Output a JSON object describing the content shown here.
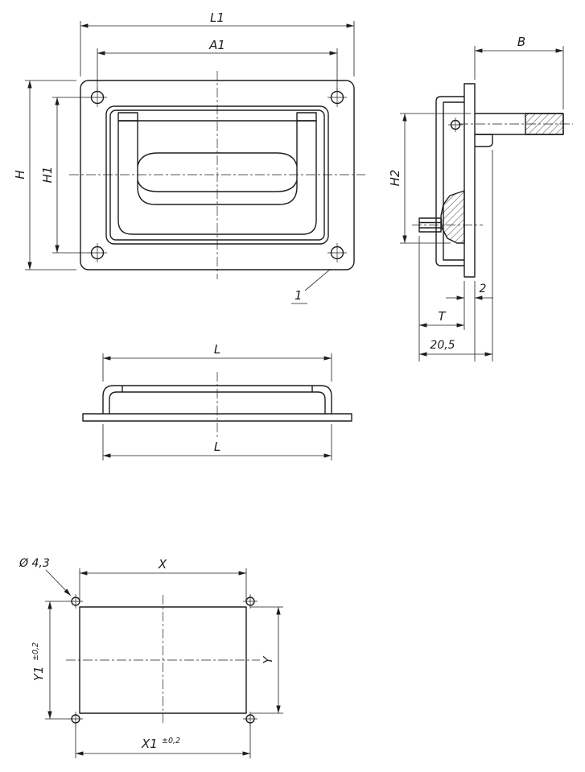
{
  "colors": {
    "line": "#1d1d1b",
    "background": "#ffffff"
  },
  "front_view": {
    "dims": {
      "L1": "L1",
      "A1": "A1",
      "H": "H",
      "H1": "H1"
    },
    "item_ref": "1"
  },
  "side_view": {
    "dims": {
      "B": "B",
      "H2": "H2",
      "flange_thickness": "2",
      "T": "T",
      "depth": "20,5"
    }
  },
  "top_view": {
    "dims": {
      "L_upper": "L",
      "L_lower": "L"
    }
  },
  "cutout_view": {
    "dims": {
      "hole_dia": "Ø 4,3",
      "X": "X",
      "Y": "Y",
      "X1": "X1",
      "X1_tol": "±0,2",
      "Y1": "Y1",
      "Y1_tol": "±0,2"
    }
  }
}
